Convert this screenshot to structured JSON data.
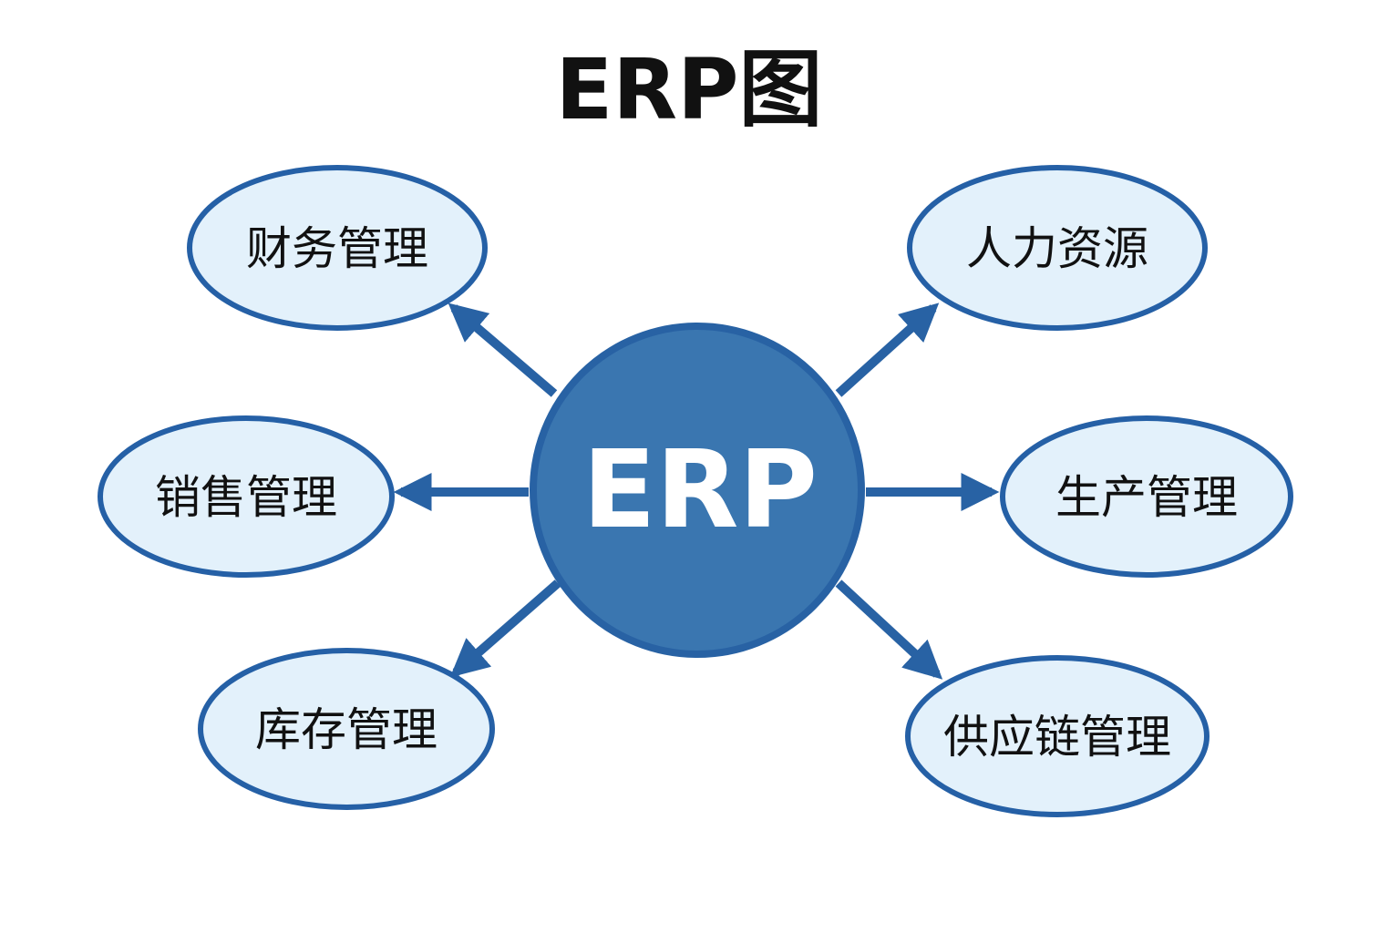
{
  "title": "ERP图",
  "center": {
    "label": "ERP",
    "fill": "#3a76b0",
    "stroke": "#2862a4"
  },
  "colors": {
    "node_fill": "#e3f1fb",
    "node_stroke": "#2560a6",
    "arrow": "#2862a4",
    "text": "#111111"
  },
  "modules": [
    {
      "id": "finance",
      "label": "财务管理",
      "position": "top-left"
    },
    {
      "id": "hr",
      "label": "人力资源",
      "position": "top-right"
    },
    {
      "id": "sales",
      "label": "销售管理",
      "position": "middle-left"
    },
    {
      "id": "production",
      "label": "生产管理",
      "position": "middle-right"
    },
    {
      "id": "inventory",
      "label": "库存管理",
      "position": "bottom-left"
    },
    {
      "id": "supply-chain",
      "label": "供应链管理",
      "position": "bottom-right"
    }
  ],
  "edges": [
    {
      "from": "ERP",
      "to": "finance"
    },
    {
      "from": "ERP",
      "to": "hr"
    },
    {
      "from": "ERP",
      "to": "sales"
    },
    {
      "from": "ERP",
      "to": "production"
    },
    {
      "from": "ERP",
      "to": "inventory"
    },
    {
      "from": "ERP",
      "to": "supply-chain"
    }
  ]
}
